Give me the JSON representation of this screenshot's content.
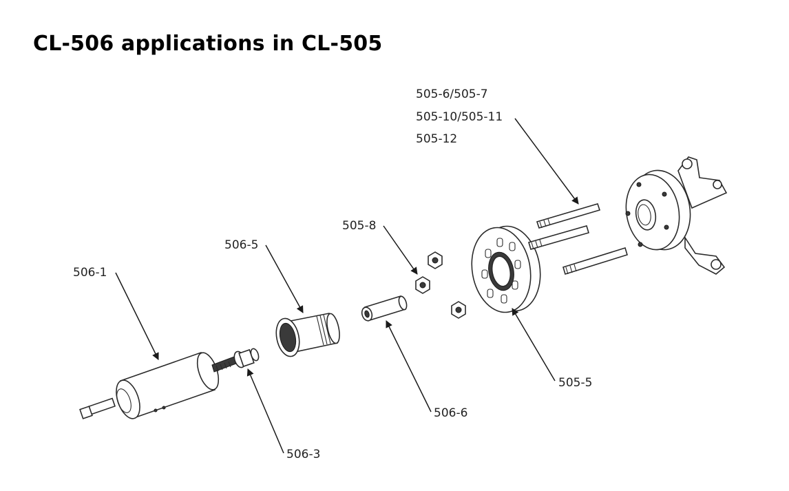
{
  "title": "CL-506 applications in CL-505",
  "callouts": {
    "c505_6_7": "505-6/505-7",
    "c505_10_11": "505-10/505-11",
    "c505_12": "505-12",
    "c505_8": "505-8",
    "c506_5": "506-5",
    "c506_1": "506-1",
    "c505_5": "505-5",
    "c506_6": "506-6",
    "c506_3": "506-3"
  }
}
